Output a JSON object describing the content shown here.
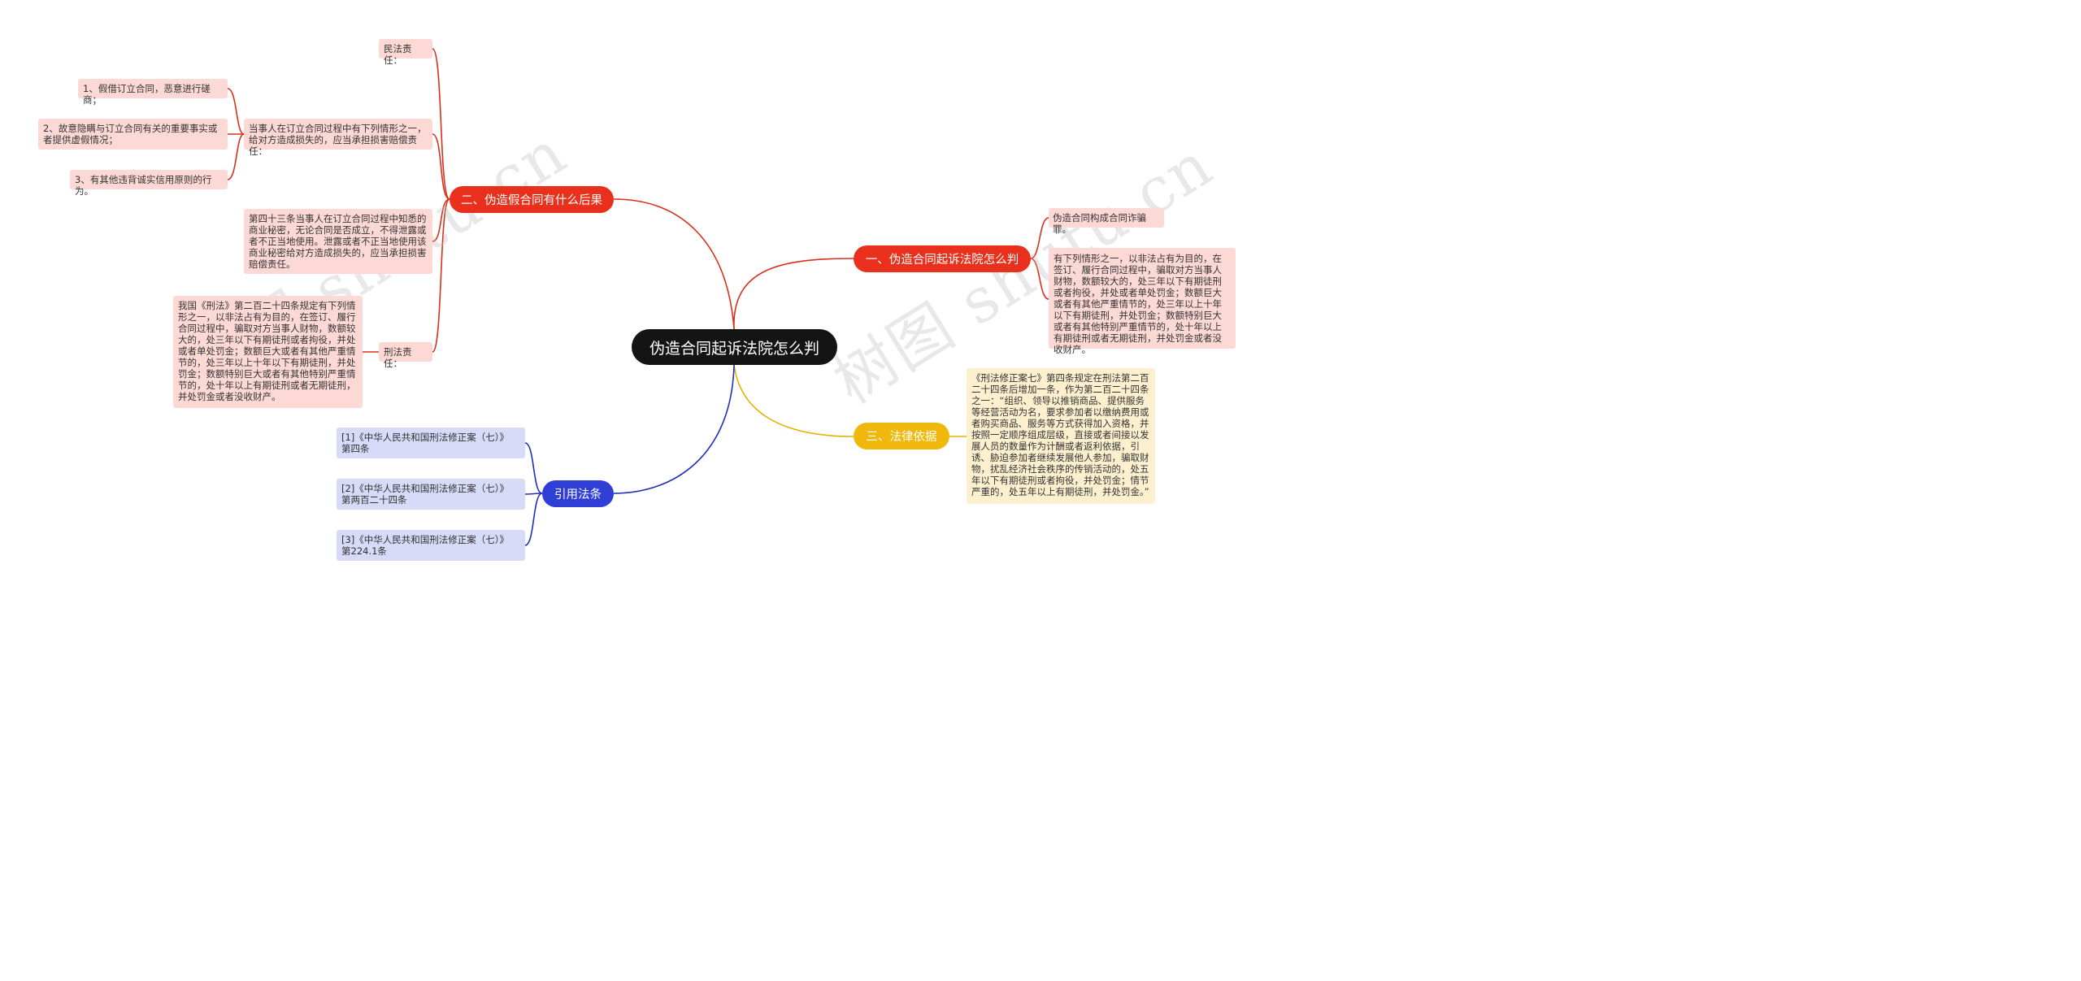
{
  "root": {
    "label": "伪造合同起诉法院怎么判"
  },
  "branches": {
    "b1": {
      "label": "一、伪造合同起诉法院怎么判",
      "color": "#e8301c"
    },
    "b2": {
      "label": "二、伪造假合同有什么后果",
      "color": "#e8301c"
    },
    "b3": {
      "label": "三、法律依据",
      "color": "#f0b80c"
    },
    "b4": {
      "label": "引用法条",
      "color": "#2f3fd6"
    }
  },
  "b1_leaves": {
    "l1": "伪造合同构成合同诈骗罪。",
    "l2": "有下列情形之一，以非法占有为目的，在签订、履行合同过程中，骗取对方当事人财物，数额较大的，处三年以下有期徒刑或者拘役，并处或者单处罚金；数额巨大或者有其他严重情节的，处三年以上十年以下有期徒刑，并处罚金；数额特别巨大或者有其他特别严重情节的，处十年以上有期徒刑或者无期徒刑，并处罚金或者没收财产。"
  },
  "b2_children": {
    "civil": "民法责任：",
    "civil_sub": "当事人在订立合同过程中有下列情形之一，给对方造成损失的，应当承担损害赔偿责任：",
    "items": [
      "1、假借订立合同，恶意进行磋商；",
      "2、故意隐瞒与订立合同有关的重要事实或者提供虚假情况；",
      "3、有其他违背诚实信用原则的行为。"
    ],
    "art43": "第四十三条当事人在订立合同过程中知悉的商业秘密，无论合同是否成立，不得泄露或者不正当地使用。泄露或者不正当地使用该商业秘密给对方造成损失的，应当承担损害赔偿责任。",
    "criminal": "刑法责任：",
    "criminal_sub": "我国《刑法》第二百二十四条规定有下列情形之一，以非法占有为目的，在签订、履行合同过程中，骗取对方当事人财物，数额较大的，处三年以下有期徒刑或者拘役，并处或者单处罚金；数额巨大或者有其他严重情节的，处三年以上十年以下有期徒刑，并处罚金；数额特别巨大或者有其他特别严重情节的，处十年以上有期徒刑或者无期徒刑，并处罚金或者没收财产。"
  },
  "b3_leaf": "《刑法修正案七》第四条规定在刑法第二百二十四条后增加一条，作为第二百二十四条之一：“组织、领导以推销商品、提供服务等经营活动为名，要求参加者以缴纳费用或者购买商品、服务等方式获得加入资格，并按照一定顺序组成层级，直接或者间接以发展人员的数量作为计酬或者返利依据，引诱、胁迫参加者继续发展他人参加，骗取财物，扰乱经济社会秩序的传销活动的，处五年以下有期徒刑或者拘役，并处罚金；情节严重的，处五年以上有期徒刑，并处罚金。”",
  "b4_leaves": [
    "[1]《中华人民共和国刑法修正案（七）》 第四条",
    "[2]《中华人民共和国刑法修正案（七）》 第两百二十四条",
    "[3]《中华人民共和国刑法修正案（七）》 第224.1条"
  ],
  "watermarks": [
    "树图 shutu.cn",
    "树图 shutu.cn"
  ],
  "colors": {
    "red_line": "#d9301c",
    "yellow_line": "#e6b000",
    "blue_line": "#1f2fb8",
    "pink_box": "#fdd9d5",
    "cream_box": "#fdf0cf",
    "lavender_box": "#d7dbf8"
  }
}
